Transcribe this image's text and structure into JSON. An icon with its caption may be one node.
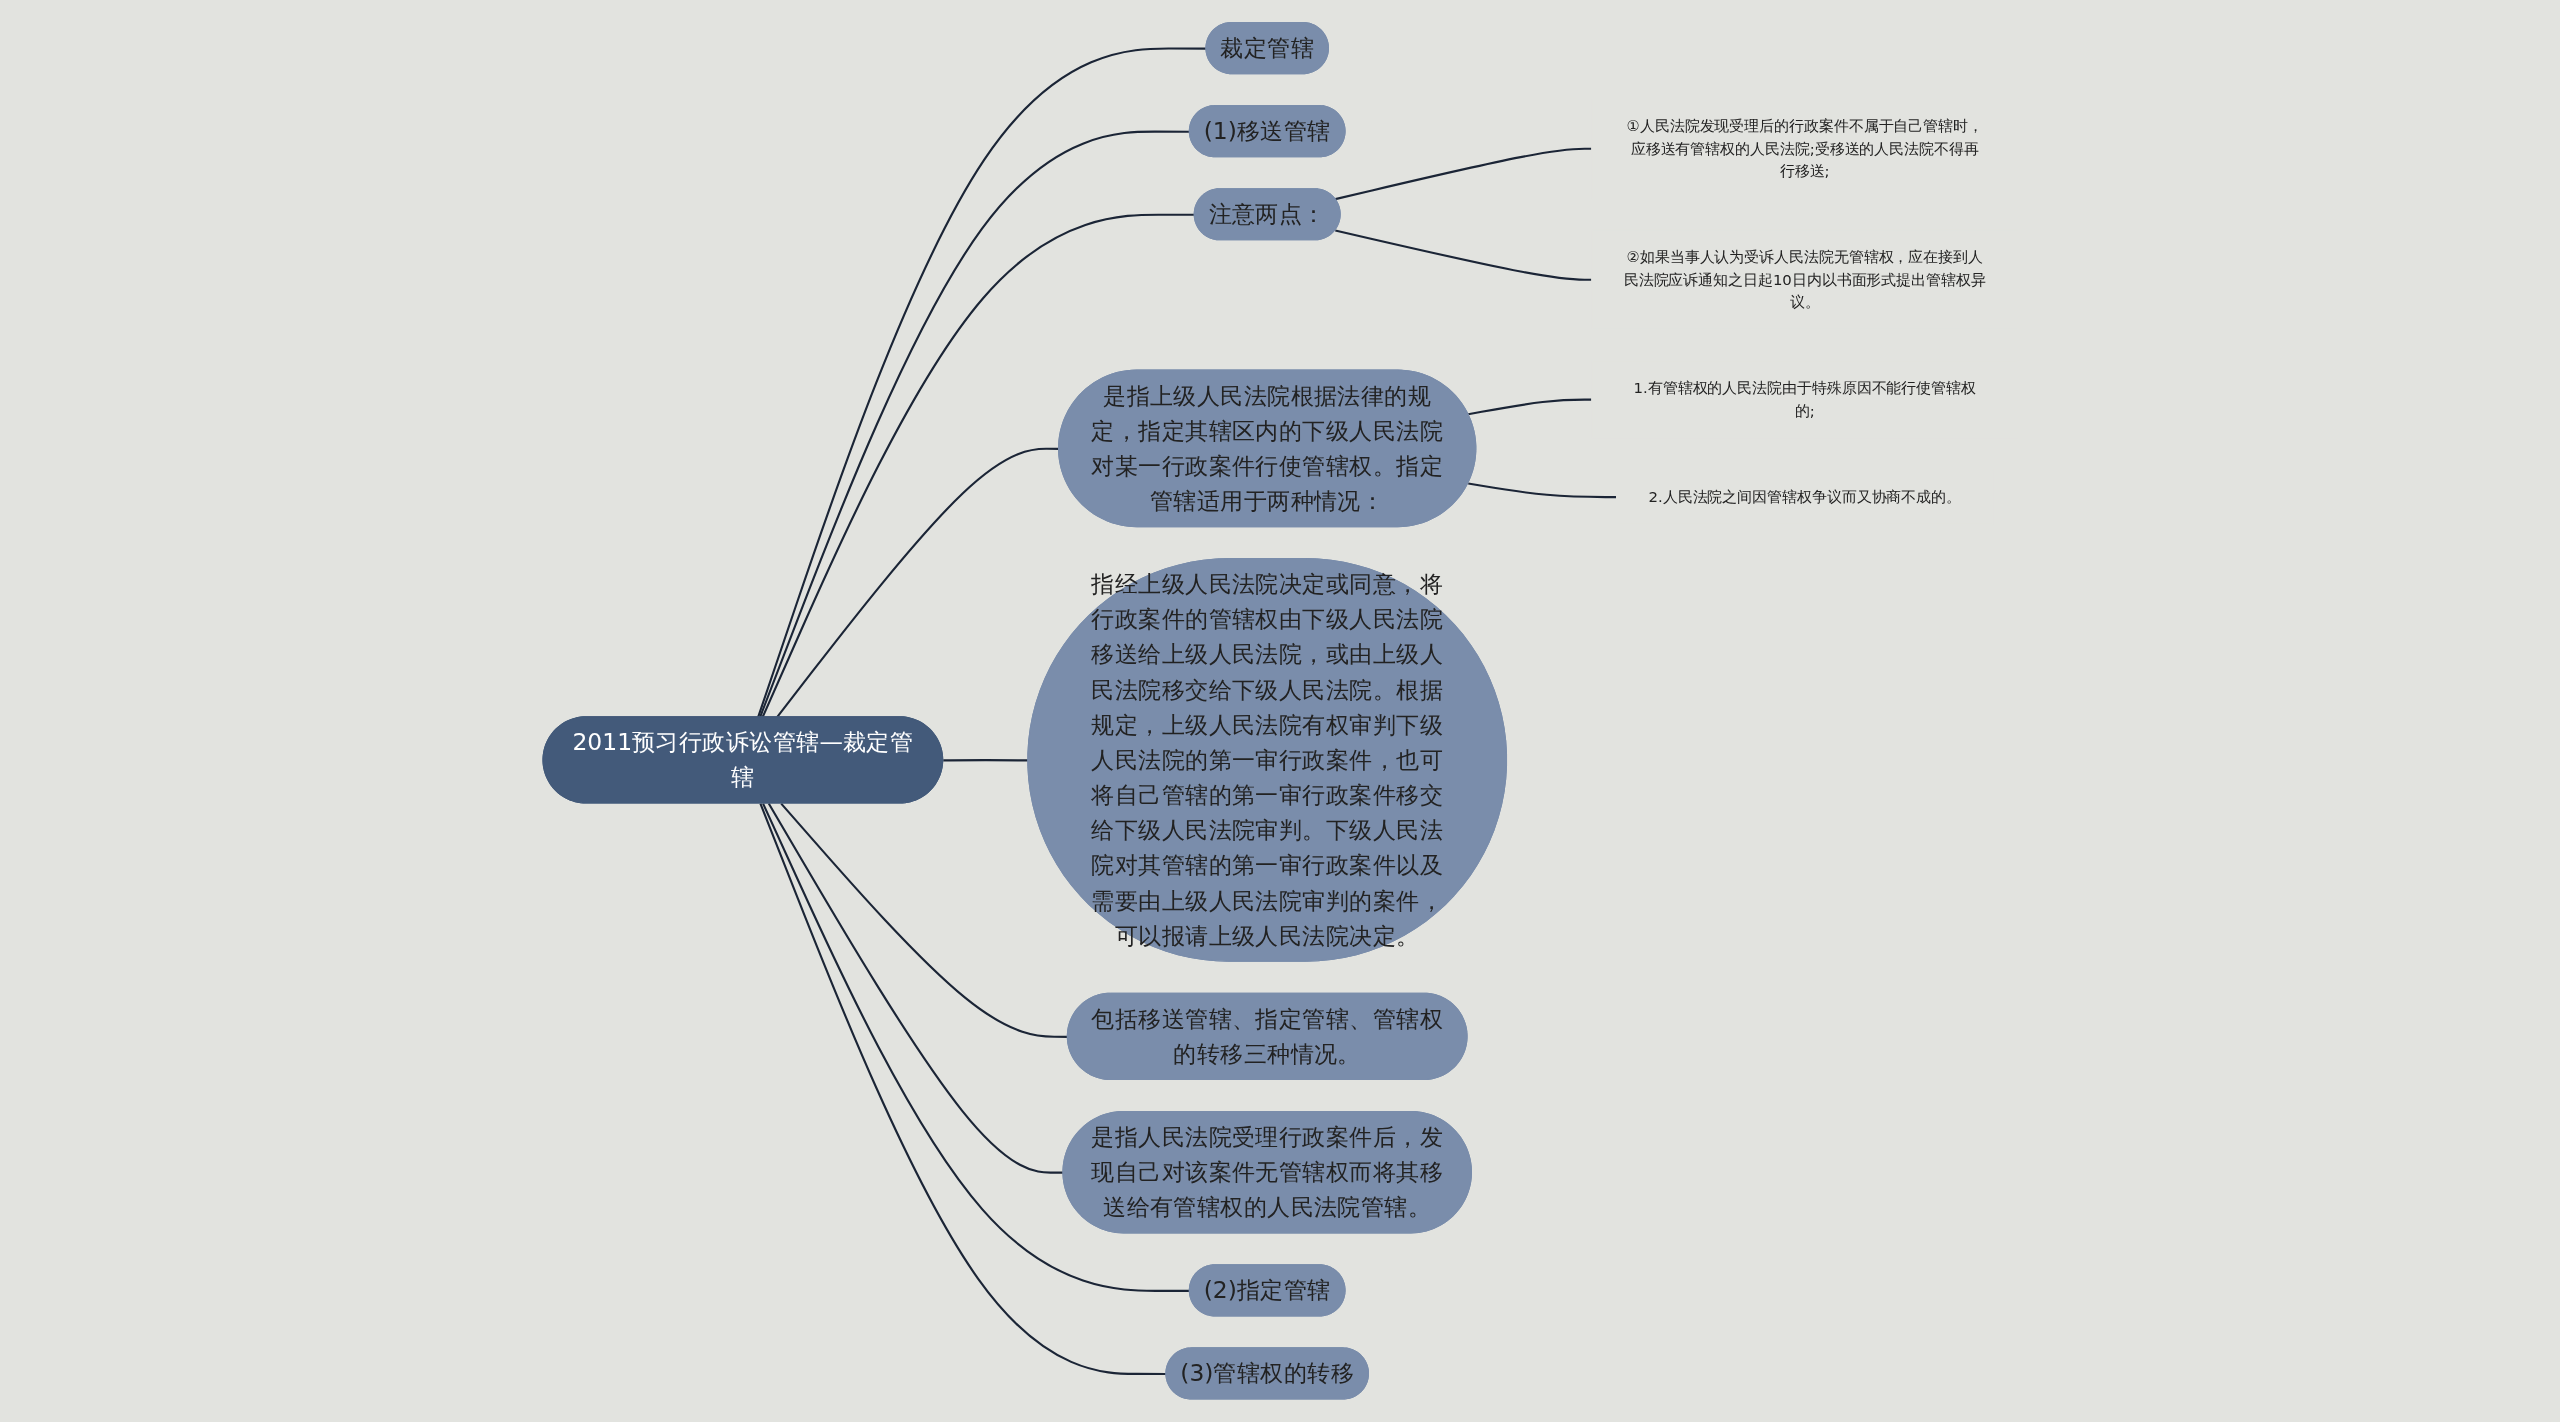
{
  "diagram": {
    "nodes": [
      {
        "text": [
          "2011预习行政诉讼管辖—裁定管辖"
        ]
      },
      {
        "text": [
          "裁定管辖"
        ]
      },
      {
        "text": [
          "(1)移送管辖"
        ]
      },
      {
        "text": [
          "注意两点："
        ]
      },
      {
        "text": [
          "①人民法院发现受理后的行政案件不属于自己管辖时，应移送有管辖权的人民法院;受移送的人民法院不得再行移送;"
        ]
      },
      {
        "text": [
          "②如果当事人认为受诉人民法院无管辖权，应在接到人民法院应诉通知之日起10日内以书面形式提出管辖权异议。"
        ]
      },
      {
        "text": [
          "是指上级人民法院根据法律的规定，指定其辖区内的下级人民法院对某一行政案件行使管辖权。指定管辖适用于两种情况："
        ]
      },
      {
        "text": [
          "1.有管辖权的人民法院由于特殊原因不能行使管辖权的;"
        ]
      },
      {
        "text": [
          "2.人民法院之间因管辖权争议而又协商不成的。"
        ]
      },
      {
        "text": [
          "指经上级人民法院决定或同意，将行政案件的管辖权由下级人民法院移送给上级人民法院，或由上级人民法院移交给下级人民法院。根据规定，上级人民法院有权审判下级人民法院的第一审行政案件，也可将自己管辖的第一审行政案件移交给下级人民法院审判。下级人民法院对其管辖的第一审行政案件以及需要由上级人民法院审判的案件，可以报请上级人民法院决定。"
        ]
      },
      {
        "text": [
          "包括移送管辖、指定管辖、管辖权的转移三种情况。"
        ]
      },
      {
        "text": [
          "是指人民法院受理行政案件后，发现自己对该案件无管辖权而将其移送给有管辖权的人民法院管辖。"
        ]
      },
      {
        "text": [
          "(2)指定管辖"
        ]
      },
      {
        "text": [
          "(3)管辖权的转移"
        ]
      }
    ],
    "edges": [
      {
        "from": 0,
        "to": 1,
        "arrow": "none"
      },
      {
        "from": 0,
        "to": 2,
        "arrow": "none"
      },
      {
        "from": 0,
        "to": 3,
        "arrow": "none"
      },
      {
        "from": 3,
        "to": 4,
        "arrow": "none"
      },
      {
        "from": 3,
        "to": 5,
        "arrow": "none"
      },
      {
        "from": 0,
        "to": 6,
        "arrow": "none"
      },
      {
        "from": 6,
        "to": 7,
        "arrow": "none"
      },
      {
        "from": 6,
        "to": 8,
        "arrow": "none"
      },
      {
        "from": 0,
        "to": 9,
        "arrow": "none"
      },
      {
        "from": 0,
        "to": 10,
        "arrow": "none"
      },
      {
        "from": 0,
        "to": 11,
        "arrow": "none"
      },
      {
        "from": 0,
        "to": 12,
        "arrow": "none"
      },
      {
        "from": 0,
        "to": 13,
        "arrow": "none"
      }
    ]
  }
}
